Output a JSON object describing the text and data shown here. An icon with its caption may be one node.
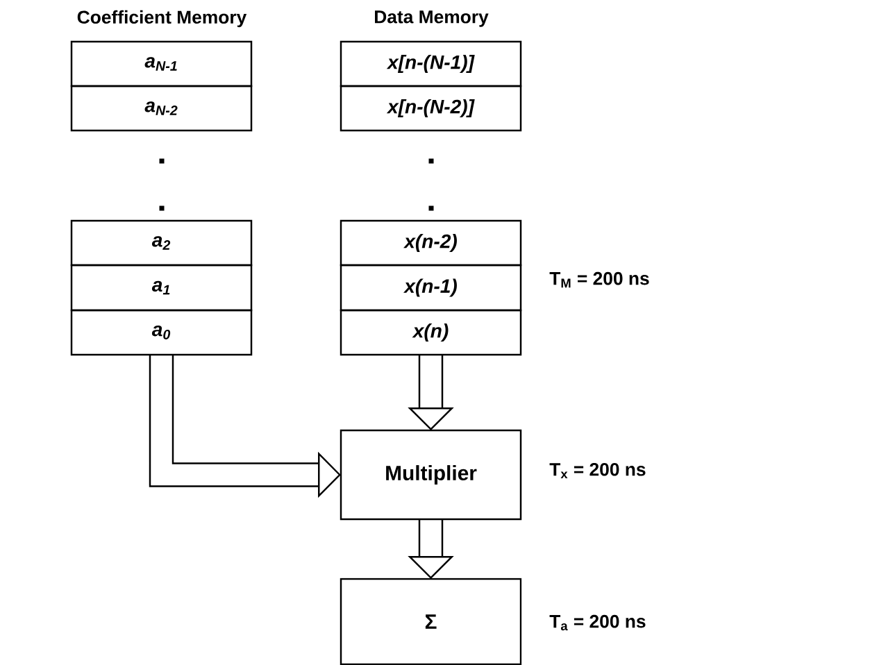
{
  "diagram": {
    "nodes": [
      {
        "text": [
          "a$_{N-1}$"
        ]
      },
      {
        "text": [
          "a$_{N-2}$"
        ]
      },
      {
        "text": [
          "a$_{2}$"
        ]
      },
      {
        "text": [
          "a$_{1}$"
        ]
      },
      {
        "text": [
          "a$_{0}$"
        ]
      },
      {
        "text": [
          "x[n-(N-1)]"
        ]
      },
      {
        "text": [
          "x[n-(N-2)]"
        ]
      },
      {
        "text": [
          "x(n-2)"
        ]
      },
      {
        "text": [
          "x(n-1)"
        ]
      },
      {
        "text": [
          "x(n)"
        ]
      },
      {
        "text": [
          "Multiplier"
        ]
      },
      {
        "text": [
          "Σ"
        ]
      }
    ],
    "edges": [
      {
        "from": 4,
        "to": 10,
        "arrow": "to"
      },
      {
        "from": 9,
        "to": 10,
        "arrow": "to"
      },
      {
        "from": 10,
        "to": 11,
        "arrow": "to"
      }
    ],
    "labels": [
      "Coefficient Memory",
      "Data Memory",
      "T$_{M}$ = 200 ns",
      "T$_{x}$ = 200 ns",
      "T$_{a}$ = 200 ns"
    ]
  }
}
